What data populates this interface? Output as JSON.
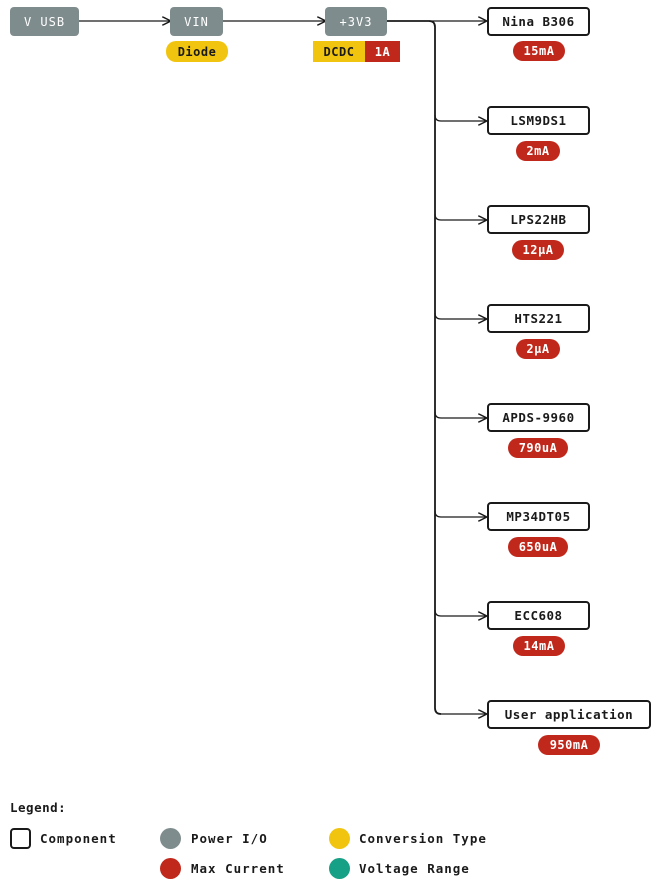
{
  "power": {
    "vusb": "V USB",
    "vin": "VIN",
    "v3v3": "+3V3"
  },
  "conversions": {
    "vin": "Diode",
    "v3v3_type": "DCDC",
    "v3v3_current": "1A"
  },
  "components": [
    {
      "name": "Nina B306",
      "current": "15mA"
    },
    {
      "name": "LSM9DS1",
      "current": "2mA"
    },
    {
      "name": "LPS22HB",
      "current": "12μA"
    },
    {
      "name": "HTS221",
      "current": "2μA"
    },
    {
      "name": "APDS-9960",
      "current": "790uA"
    },
    {
      "name": "MP34DT05",
      "current": "650uA"
    },
    {
      "name": "ECC608",
      "current": "14mA"
    },
    {
      "name": "User application",
      "current": "950mA"
    }
  ],
  "legend": {
    "title": "Legend:",
    "items": [
      {
        "label": "Component",
        "color": "#ffffff"
      },
      {
        "label": "Power I/O",
        "color": "#7f8c8d"
      },
      {
        "label": "Conversion Type",
        "color": "#f1c40f"
      },
      {
        "label": "Max Current",
        "color": "#c0281b"
      },
      {
        "label": "Voltage Range",
        "color": "#16a085"
      }
    ]
  },
  "colors": {
    "power_io": "#7f8c8d",
    "conversion": "#f1c40f",
    "max_current": "#c0281b",
    "voltage_range": "#16a085",
    "line": "#1a1a1a"
  }
}
